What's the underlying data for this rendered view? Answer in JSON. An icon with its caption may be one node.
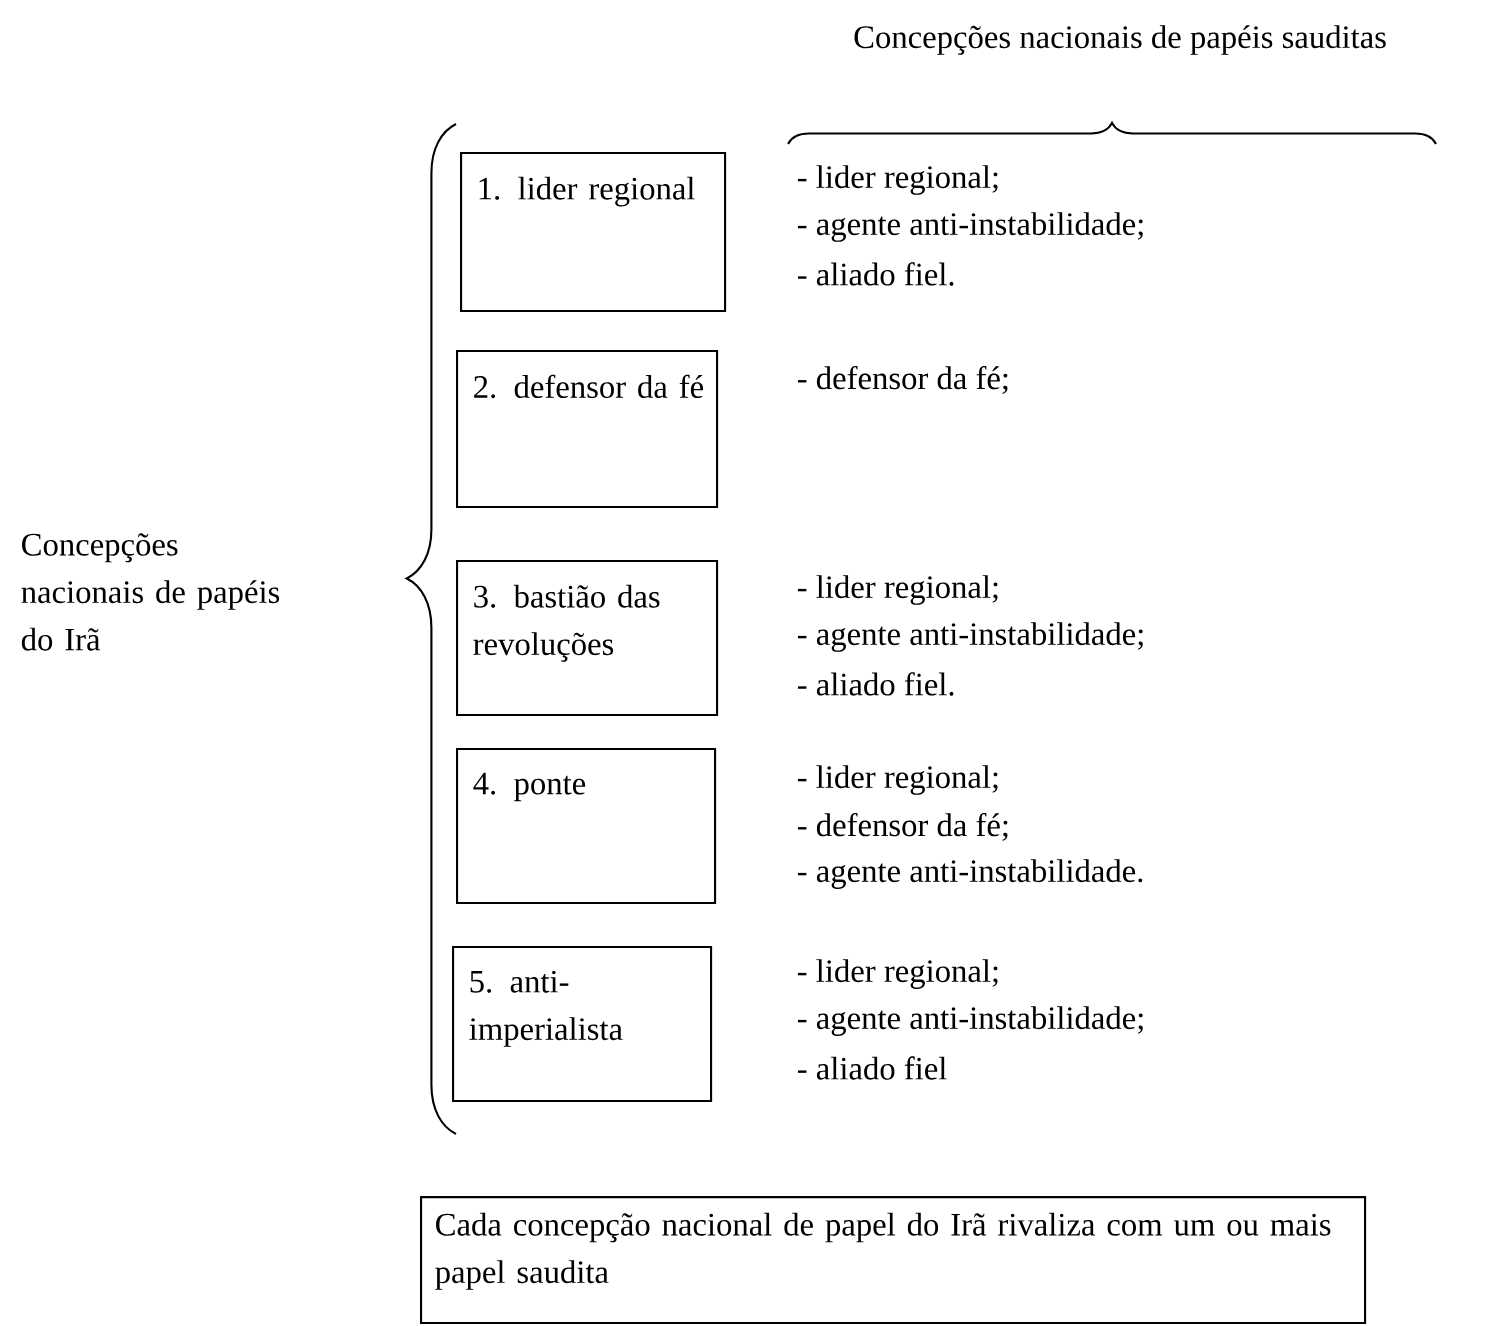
{
  "diagram": {
    "nodes": [
      {
        "text": [
          "1. lider regional"
        ],
        "beside": [
          "- lider regional;",
          "- agente anti-instabilidade;",
          "- aliado fiel."
        ]
      },
      {
        "text": [
          "2. defensor da fé"
        ],
        "beside": [
          "- defensor da fé;"
        ]
      },
      {
        "text": [
          "3. bastião das revoluções"
        ],
        "beside": [
          "- lider regional;",
          "- agente anti-instabilidade;",
          "- aliado fiel."
        ]
      },
      {
        "text": [
          "4.  ponte"
        ],
        "beside": [
          "- lider regional;",
          "- defensor da fé;",
          "- agente anti-instabilidade."
        ]
      },
      {
        "text": [
          "5. anti- imperialista"
        ],
        "beside": [
          "- lider regional;",
          "- agente anti-instabilidade;",
          "- aliado fiel"
        ]
      },
      {
        "text": [
          "Cada concepção nacional de papel do Irã rivaliza com um ou mais papel saudita"
        ]
      }
    ],
    "labels": [
      "Concepções nacionais de papéis sauditas",
      "Concepções nacionais de papéis do Irã"
    ]
  }
}
